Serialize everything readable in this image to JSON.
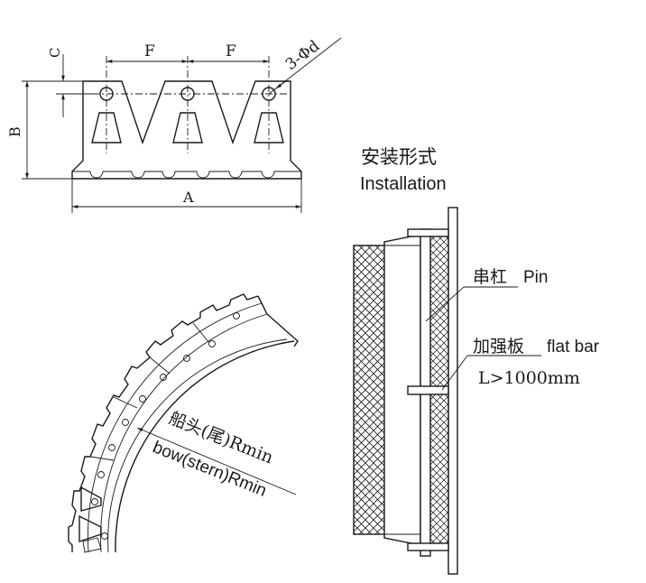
{
  "labels": {
    "dim_c": "C",
    "dim_f1": "F",
    "dim_f2": "F",
    "dim_holes": "3-Φd",
    "dim_b": "B",
    "dim_a": "A",
    "install_cn": "安装形式",
    "install_en": "Installation",
    "pin_cn": "串杠",
    "pin_en": "Pin",
    "flatbar_cn": "加强板",
    "flatbar_en": "flat bar",
    "length_note": "L>1000mm",
    "radius_cn": "船头(尾)Rmin",
    "radius_en": "bow(stern)Rmin"
  },
  "colors": {
    "line": "#1a1a1a",
    "background": "#ffffff"
  }
}
